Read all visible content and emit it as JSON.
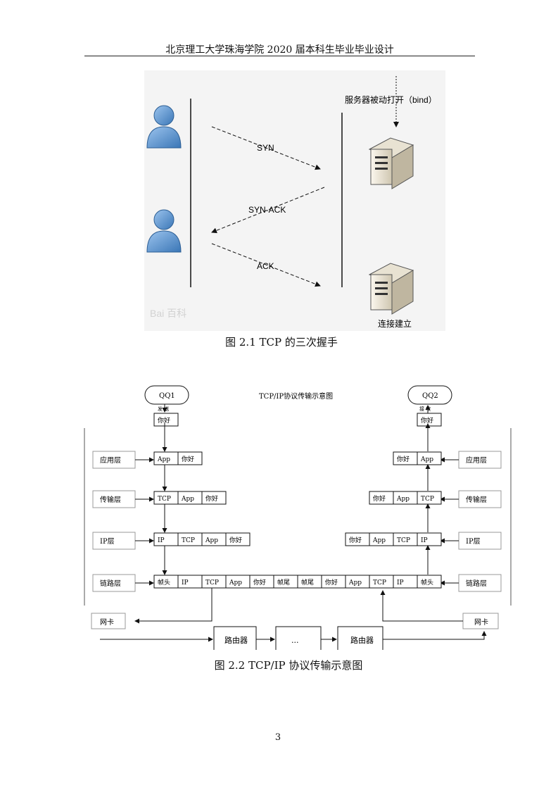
{
  "header": {
    "text": "北京理工大学珠海学院 2020 届本科生毕业毕业设计"
  },
  "figure1": {
    "server_label": "服务器被动打开（bind）",
    "messages": [
      "SYN",
      "SYN-ACK",
      "ACK"
    ],
    "established_label": "连接建立",
    "watermark": "Bai 百科",
    "caption": "图 2.1    TCP 的三次握手"
  },
  "figure2": {
    "title": "TCP/IP协议传输示意图",
    "left_endpoint": "QQ1",
    "right_endpoint": "QQ2",
    "left_arrow_label": "发 送",
    "right_arrow_label": "接 收",
    "message": "你好",
    "layers_left": [
      "应用层",
      "传输层",
      "IP层",
      "链路层"
    ],
    "layers_right": [
      "应用层",
      "传输层",
      "IP层",
      "链路层"
    ],
    "left_rows": [
      [
        "你好"
      ],
      [
        "App",
        "你好"
      ],
      [
        "TCP",
        "App",
        "你好"
      ],
      [
        "IP",
        "TCP",
        "App",
        "你好"
      ],
      [
        "帧头",
        "IP",
        "TCP",
        "App",
        "你好",
        "帧尾"
      ]
    ],
    "right_rows": [
      [
        "你好"
      ],
      [
        "你好",
        "App"
      ],
      [
        "你好",
        "App",
        "TCP"
      ],
      [
        "你好",
        "App",
        "TCP",
        "IP"
      ],
      [
        "帧尾",
        "你好",
        "App",
        "TCP",
        "IP",
        "帧头"
      ]
    ],
    "nic_left": "网卡",
    "nic_right": "网卡",
    "router1": "路由器",
    "ellipsis": "...",
    "router2": "路由器",
    "caption": "图 2.2    TCP/IP 协议传输示意图"
  },
  "page_number": "3"
}
